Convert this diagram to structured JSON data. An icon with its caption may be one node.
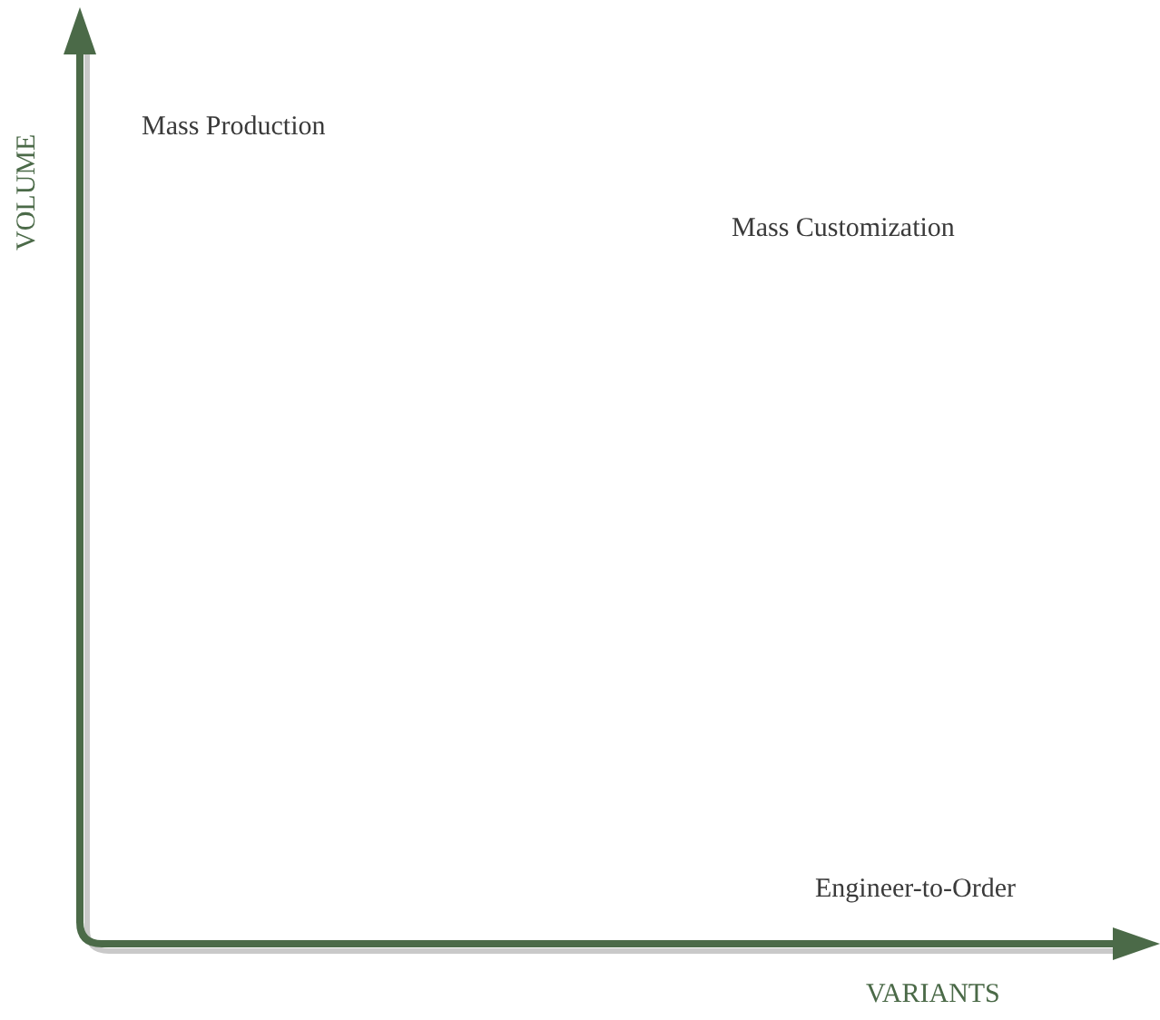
{
  "diagram": {
    "labels": [
      "VOLUME",
      "Mass Production",
      "Mass Customization",
      "Engineer-to-Order",
      "VARIANTS"
    ]
  }
}
